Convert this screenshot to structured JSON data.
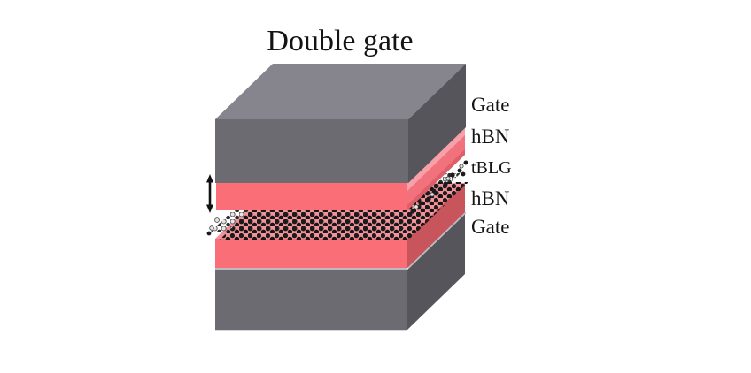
{
  "title": "Double gate",
  "diagram": {
    "name": "double-gate device stack",
    "layer_labels": [
      {
        "text": "Gate"
      },
      {
        "text": "hBN"
      },
      {
        "text": "tBLG"
      },
      {
        "text": "hBN"
      },
      {
        "text": "Gate"
      }
    ]
  },
  "icons": {
    "thickness_arrow": "double-headed-vertical-arrow"
  },
  "colors": {
    "background": "#ffffff",
    "text": "#141414",
    "gray_top": "#86858E",
    "gray_front": "#6C6B72",
    "gray_side": "#56555C",
    "gray_edge_light": "#BCBBC2",
    "gray_edge_bottom": "#D8D8DC",
    "pink_front": "#F96E77",
    "pink_top": "#F4929A",
    "pink_top_sliver": "#F7A3A9",
    "pink_side_light": "#F7A0A7",
    "pink_side_mid": "#F1717C",
    "pink_side_dark": "#DC5F6A",
    "pink_side_deep": "#C8545C",
    "atom_black": "#1B1B1B",
    "atom_white": "#E4E4E4",
    "atom_gray": "#3A3A3A",
    "arrow": "#111111"
  }
}
